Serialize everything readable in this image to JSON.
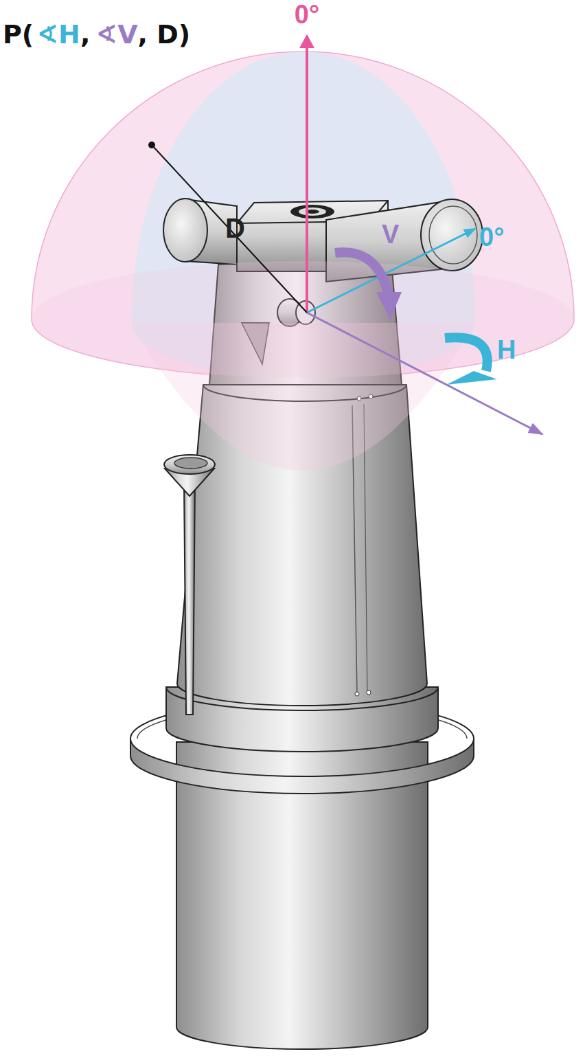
{
  "diagram": {
    "labels": [
      "P(",
      "∢H",
      ",",
      "∢V",
      ", D)",
      "D",
      "V",
      "0°",
      "0°",
      "H"
    ]
  }
}
